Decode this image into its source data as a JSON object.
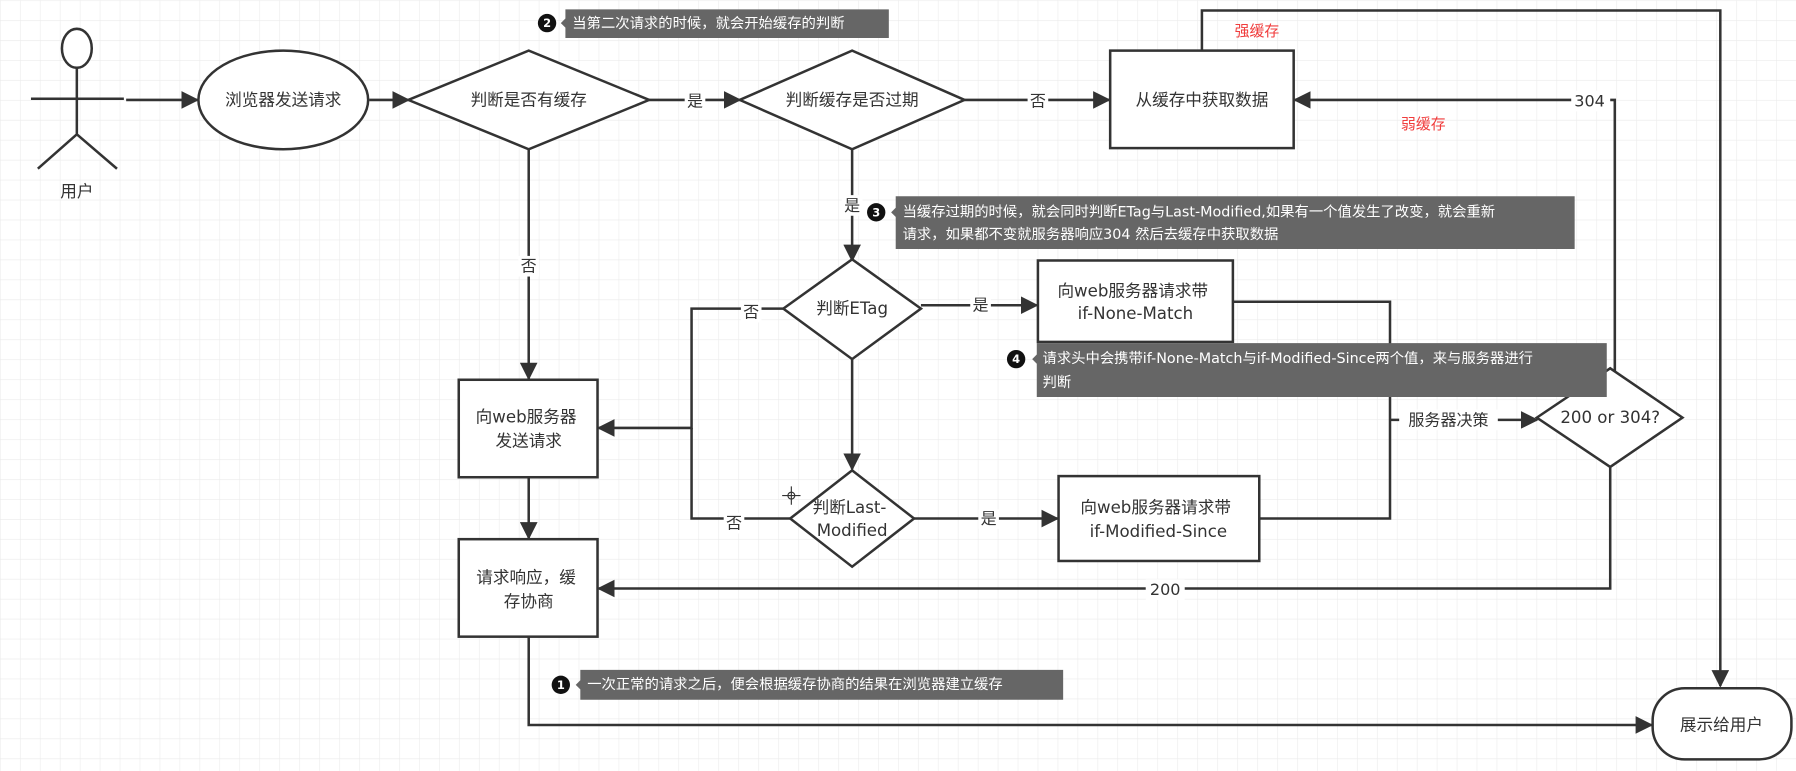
{
  "actor": {
    "label": "用户"
  },
  "nodes": {
    "browser_request": "浏览器发送请求",
    "has_cache": "判断是否有缓存",
    "cache_expired": "判断缓存是否过期",
    "get_from_cache": "从缓存中获取数据",
    "send_to_server": [
      "向web服务器",
      "发送请求"
    ],
    "check_etag": "判断ETag",
    "req_if_none_match": [
      "向web服务器请求带",
      "if-None-Match"
    ],
    "check_last_modified": [
      "判断Last-",
      "Modified"
    ],
    "req_if_modified_since": [
      "向web服务器请求带",
      "if-Modified-Since"
    ],
    "status_decision": "200 or 304?",
    "response_negotiation": [
      "请求响应，缓",
      "存协商"
    ],
    "show_to_user": "展示给用户"
  },
  "edge_labels": {
    "has_cache_yes": "是",
    "expired_no": "否",
    "has_cache_no": "否",
    "expired_yes": "是",
    "etag_yes": "是",
    "etag_no": "否",
    "lastmod_yes": "是",
    "lastmod_no": "否",
    "server_decision": "服务器决策",
    "code_304": "304",
    "code_200": "200",
    "strong_cache": "强缓存",
    "weak_cache": "弱缓存"
  },
  "notes": [
    {
      "number": "1",
      "lines": [
        "一次正常的请求之后，便会根据缓存协商的结果在浏览器建立缓存"
      ]
    },
    {
      "number": "2",
      "lines": [
        "当第二次请求的时候，就会开始缓存的判断"
      ]
    },
    {
      "number": "3",
      "lines": [
        "当缓存过期的时候，就会同时判断ETag与Last-Modified,如果有一个值发生了改变，就会重新",
        "请求，如果都不变就服务器响应304 然后去缓存中获取数据"
      ]
    },
    {
      "number": "4",
      "lines": [
        "请求头中会携带if-None-Match与if-Modified-Since两个值，来与服务器进行",
        "判断"
      ]
    }
  ],
  "colors": {
    "line": "#333333",
    "note_bg": "#666666",
    "cache_label": "#f03c3c",
    "grid": "#e6e6e6"
  }
}
